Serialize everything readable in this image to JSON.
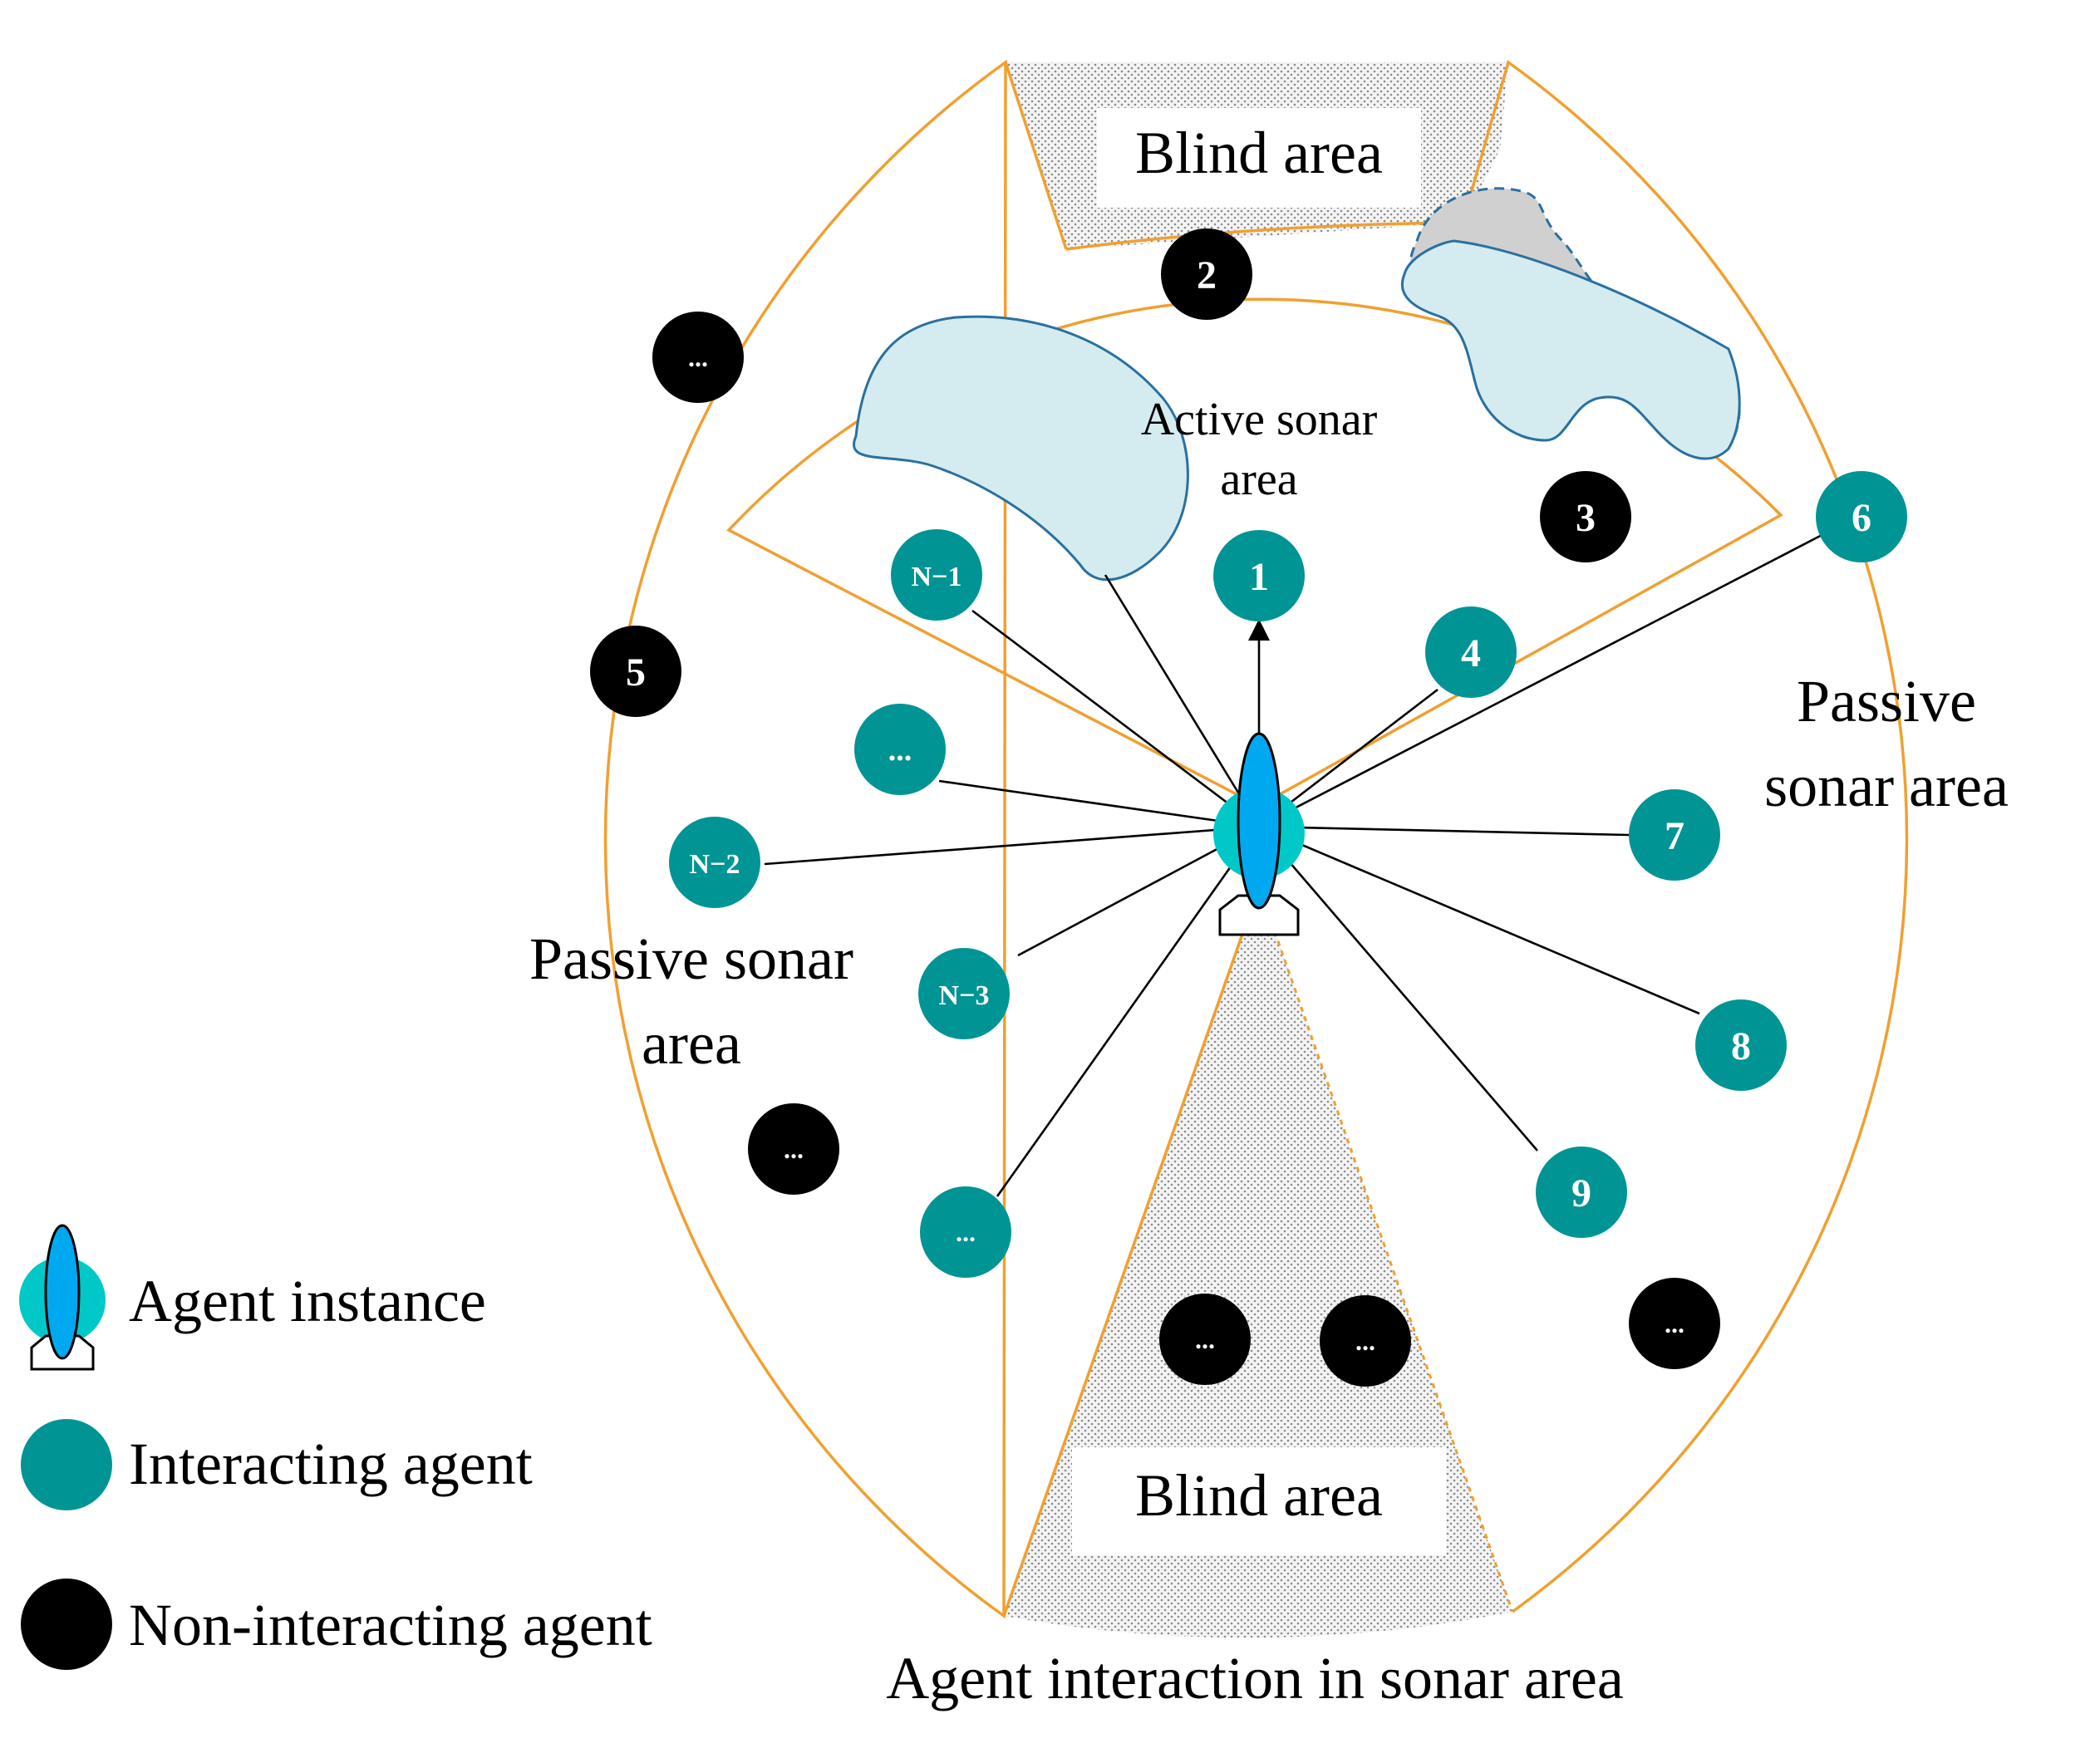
{
  "diagram": {
    "caption": "Agent interaction in sonar area",
    "areas": {
      "blind_top": "Blind area",
      "blind_bottom": "Blind area",
      "active_line1": "Active sonar",
      "active_line2": "area",
      "passive_right_line1": "Passive",
      "passive_right_line2": "sonar area",
      "passive_left_line1": "Passive sonar",
      "passive_left_line2": "area"
    },
    "interacting_agents": [
      "1",
      "4",
      "6",
      "7",
      "8",
      "9",
      "N−1",
      "N−2",
      "N−3",
      "...",
      "..."
    ],
    "non_interacting_agents": [
      "2",
      "3",
      "5",
      "...",
      "...",
      "...",
      "...",
      "..."
    ],
    "legend": {
      "agent_instance": "Agent instance",
      "interacting_agent": "Interacting agent",
      "non_interacting_agent": "Non-interacting agent"
    },
    "colors": {
      "interacting": "#009494",
      "non_interacting": "#000000",
      "agent_halo": "#00c8c8",
      "agent_body": "#00a8f0",
      "obstacle": "#d4ecf0",
      "shadow": "#d0d0d0",
      "sonar_boundary": "#f0a030"
    }
  }
}
